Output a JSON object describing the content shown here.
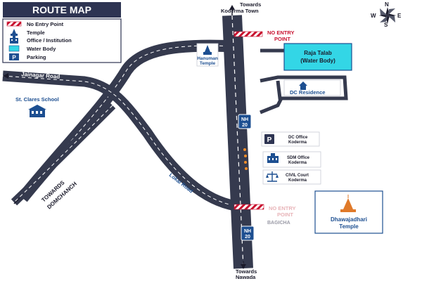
{
  "header": {
    "title": "ROUTE MAP"
  },
  "legend": {
    "items": [
      {
        "icon": "no-entry-hatch-icon",
        "label": "No Entry Point"
      },
      {
        "icon": "temple-icon",
        "label": "Temple"
      },
      {
        "icon": "office-building-icon",
        "label": "Office / Institution"
      },
      {
        "icon": "water-body-icon",
        "label": "Water Body"
      },
      {
        "icon": "parking-icon",
        "label": "Parking"
      }
    ]
  },
  "compass": {
    "north": "N",
    "south": "S",
    "east": "E",
    "west": "W"
  },
  "directions": {
    "top": [
      "Towards",
      "Koderma Town"
    ],
    "bottom": [
      "Towards",
      "Nawada"
    ],
    "towards_domchanch": [
      "TOWARDS",
      "DOMCHANCH"
    ]
  },
  "roads": {
    "jainagar": "Jainagar Road",
    "lokai": "Lokai Road",
    "nh_shield": [
      "NH",
      "20"
    ]
  },
  "no_entry": {
    "top": [
      "NO ENTRY",
      "POINT"
    ],
    "bottom": [
      "NO ENTRY",
      "POINT"
    ]
  },
  "places": {
    "hanuman_temple": [
      "Hanuman",
      "Temple"
    ],
    "st_clares": "St. Clares School",
    "raja_talab": [
      "Raja Talab",
      "(Water Body)"
    ],
    "dc_residence": "DC Residence",
    "dc_office": [
      "DC Office",
      "Koderma"
    ],
    "sdm_office": [
      "SDM Office",
      "Koderma"
    ],
    "civil_court": [
      "CIVIL Court",
      "Koderma"
    ],
    "bagicha": "BAGICHA",
    "dhawajadhari": [
      "Dhawajadhari",
      "Temple"
    ]
  },
  "colors": {
    "road": "#353a4e",
    "accent_blue": "#1d4f91",
    "no_entry_red": "#c8102e",
    "water": "#33d6e6",
    "title_bg": "#2e3452"
  }
}
